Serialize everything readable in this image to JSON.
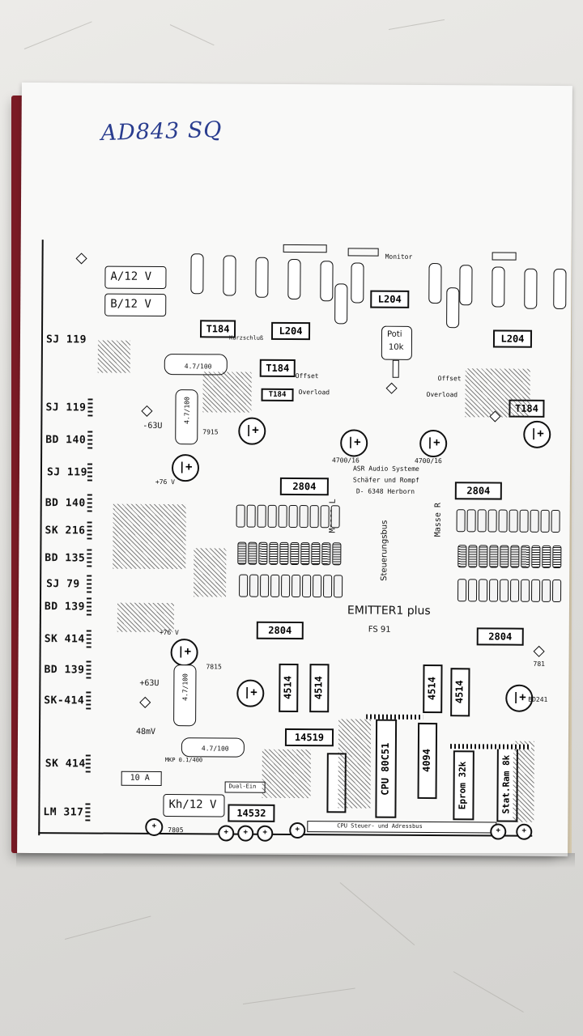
{
  "handwritten_title": "AD843 SQ",
  "left_labels": [
    "SJ 119",
    "SJ 119",
    "BD 140",
    "SJ 119",
    "BD 140",
    "SK 216",
    "BD 135",
    "SJ 79",
    "BD 139",
    "SK 414",
    "BD 139",
    "SK-414",
    "SK 414",
    "LM 317"
  ],
  "relay_labels": [
    "A/12 V",
    "B/12 V",
    "Kh/12 V"
  ],
  "chips": [
    "T184",
    "L204",
    "L204",
    "T184",
    "L204",
    "T184",
    "T184",
    "2804",
    "2804",
    "2804",
    "2804",
    "4514",
    "4514",
    "4514",
    "4514",
    "14519",
    "14532",
    "4094"
  ],
  "center_text": {
    "poti_line1": "Poti",
    "poti_line2": "10k",
    "company_1": "ASR Audio Systeme",
    "company_2": "Schäfer und Rompf",
    "company_3": "D- 6348 Herborn",
    "monitor": "Monitor",
    "masse_l": "Masse L",
    "masse_r": "Masse R",
    "steuerungsbus": "Steuerungsbus",
    "emitter": "EMITTER1 plus",
    "date": "FS 91",
    "offset": "Offset",
    "overload": "Overload",
    "cpu_bus": "CPU Steuer- und Adressbus",
    "cpu": "CPU 80C51",
    "eprom": "Eprom 32k",
    "ram": "Stat.Ram 8k",
    "dual": "Dual-Ein",
    "kurzschluss": "Kurzschluß"
  },
  "voltages": [
    "-63U",
    "+76 V",
    "+63U",
    "+76 V",
    "48mV",
    "10 A",
    "MKP 0.1/400"
  ],
  "cap_values": [
    "4.7/100",
    "4.7/100",
    "4.7/100",
    "4700/16",
    "4700/16"
  ],
  "regulators": [
    "7915",
    "7815",
    "7805",
    "781",
    "BD241"
  ]
}
